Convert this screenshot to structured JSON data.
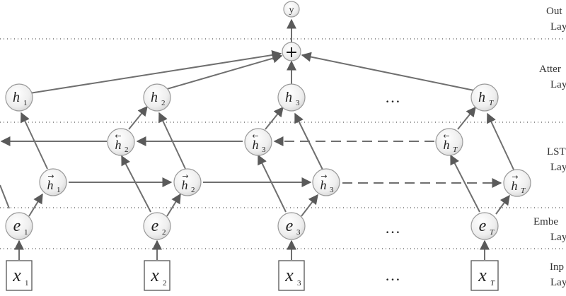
{
  "layer_labels": {
    "output": [
      "Out",
      "Lay"
    ],
    "attention": [
      "Atter",
      "Lay"
    ],
    "lstm": [
      "LST",
      "Lay"
    ],
    "embedding": [
      "Embe",
      "Lay"
    ],
    "input": [
      "Inp",
      "Lay"
    ]
  },
  "output_node": "y",
  "sum_symbol": "+",
  "ellipsis": "…",
  "nodes": {
    "input": [
      {
        "letter": "x",
        "sub": "1"
      },
      {
        "letter": "x",
        "sub": "2"
      },
      {
        "letter": "x",
        "sub": "3"
      },
      {
        "letter": "x",
        "sub": "T"
      }
    ],
    "embedding": [
      {
        "letter": "e",
        "sub": "1"
      },
      {
        "letter": "e",
        "sub": "2"
      },
      {
        "letter": "e",
        "sub": "3"
      },
      {
        "letter": "e",
        "sub": "T"
      }
    ],
    "forward": [
      {
        "letter": "h",
        "sub": "1",
        "arrow": "→"
      },
      {
        "letter": "h",
        "sub": "2",
        "arrow": "→"
      },
      {
        "letter": "h",
        "sub": "3",
        "arrow": "→"
      },
      {
        "letter": "h",
        "sub": "T",
        "arrow": "→"
      }
    ],
    "backward": [
      {
        "letter": "h",
        "sub": "2",
        "arrow": "←"
      },
      {
        "letter": "h",
        "sub": "3",
        "arrow": "←"
      },
      {
        "letter": "h",
        "sub": "T",
        "arrow": "←"
      }
    ],
    "attention": [
      {
        "letter": "h",
        "sub": "1"
      },
      {
        "letter": "h",
        "sub": "2"
      },
      {
        "letter": "h",
        "sub": "3"
      },
      {
        "letter": "h",
        "sub": "T"
      }
    ]
  }
}
